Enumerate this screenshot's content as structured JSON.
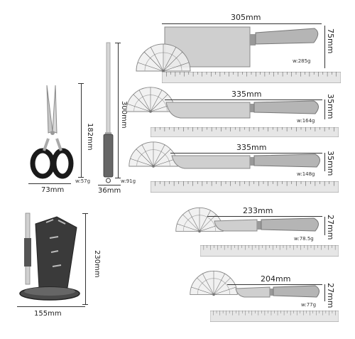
{
  "knives": [
    {
      "id": "cleaver",
      "length": "305mm",
      "width": "75mm",
      "weight": "w:285g"
    },
    {
      "id": "chef",
      "length": "335mm",
      "width": "35mm",
      "weight": "w:164g"
    },
    {
      "id": "slicer",
      "length": "335mm",
      "width": "35mm",
      "weight": "w:148g"
    },
    {
      "id": "utility",
      "length": "233mm",
      "width": "27mm",
      "weight": "w:78.5g"
    },
    {
      "id": "paring",
      "length": "204mm",
      "width": "27mm",
      "weight": "w:77g"
    }
  ],
  "scissors": {
    "length": "182mm",
    "width": "73mm",
    "weight": "w:57g"
  },
  "sharpener": {
    "length": "300mm",
    "width": "36mm",
    "weight": "w:91g"
  },
  "block": {
    "height": "230mm",
    "width": "155mm"
  }
}
